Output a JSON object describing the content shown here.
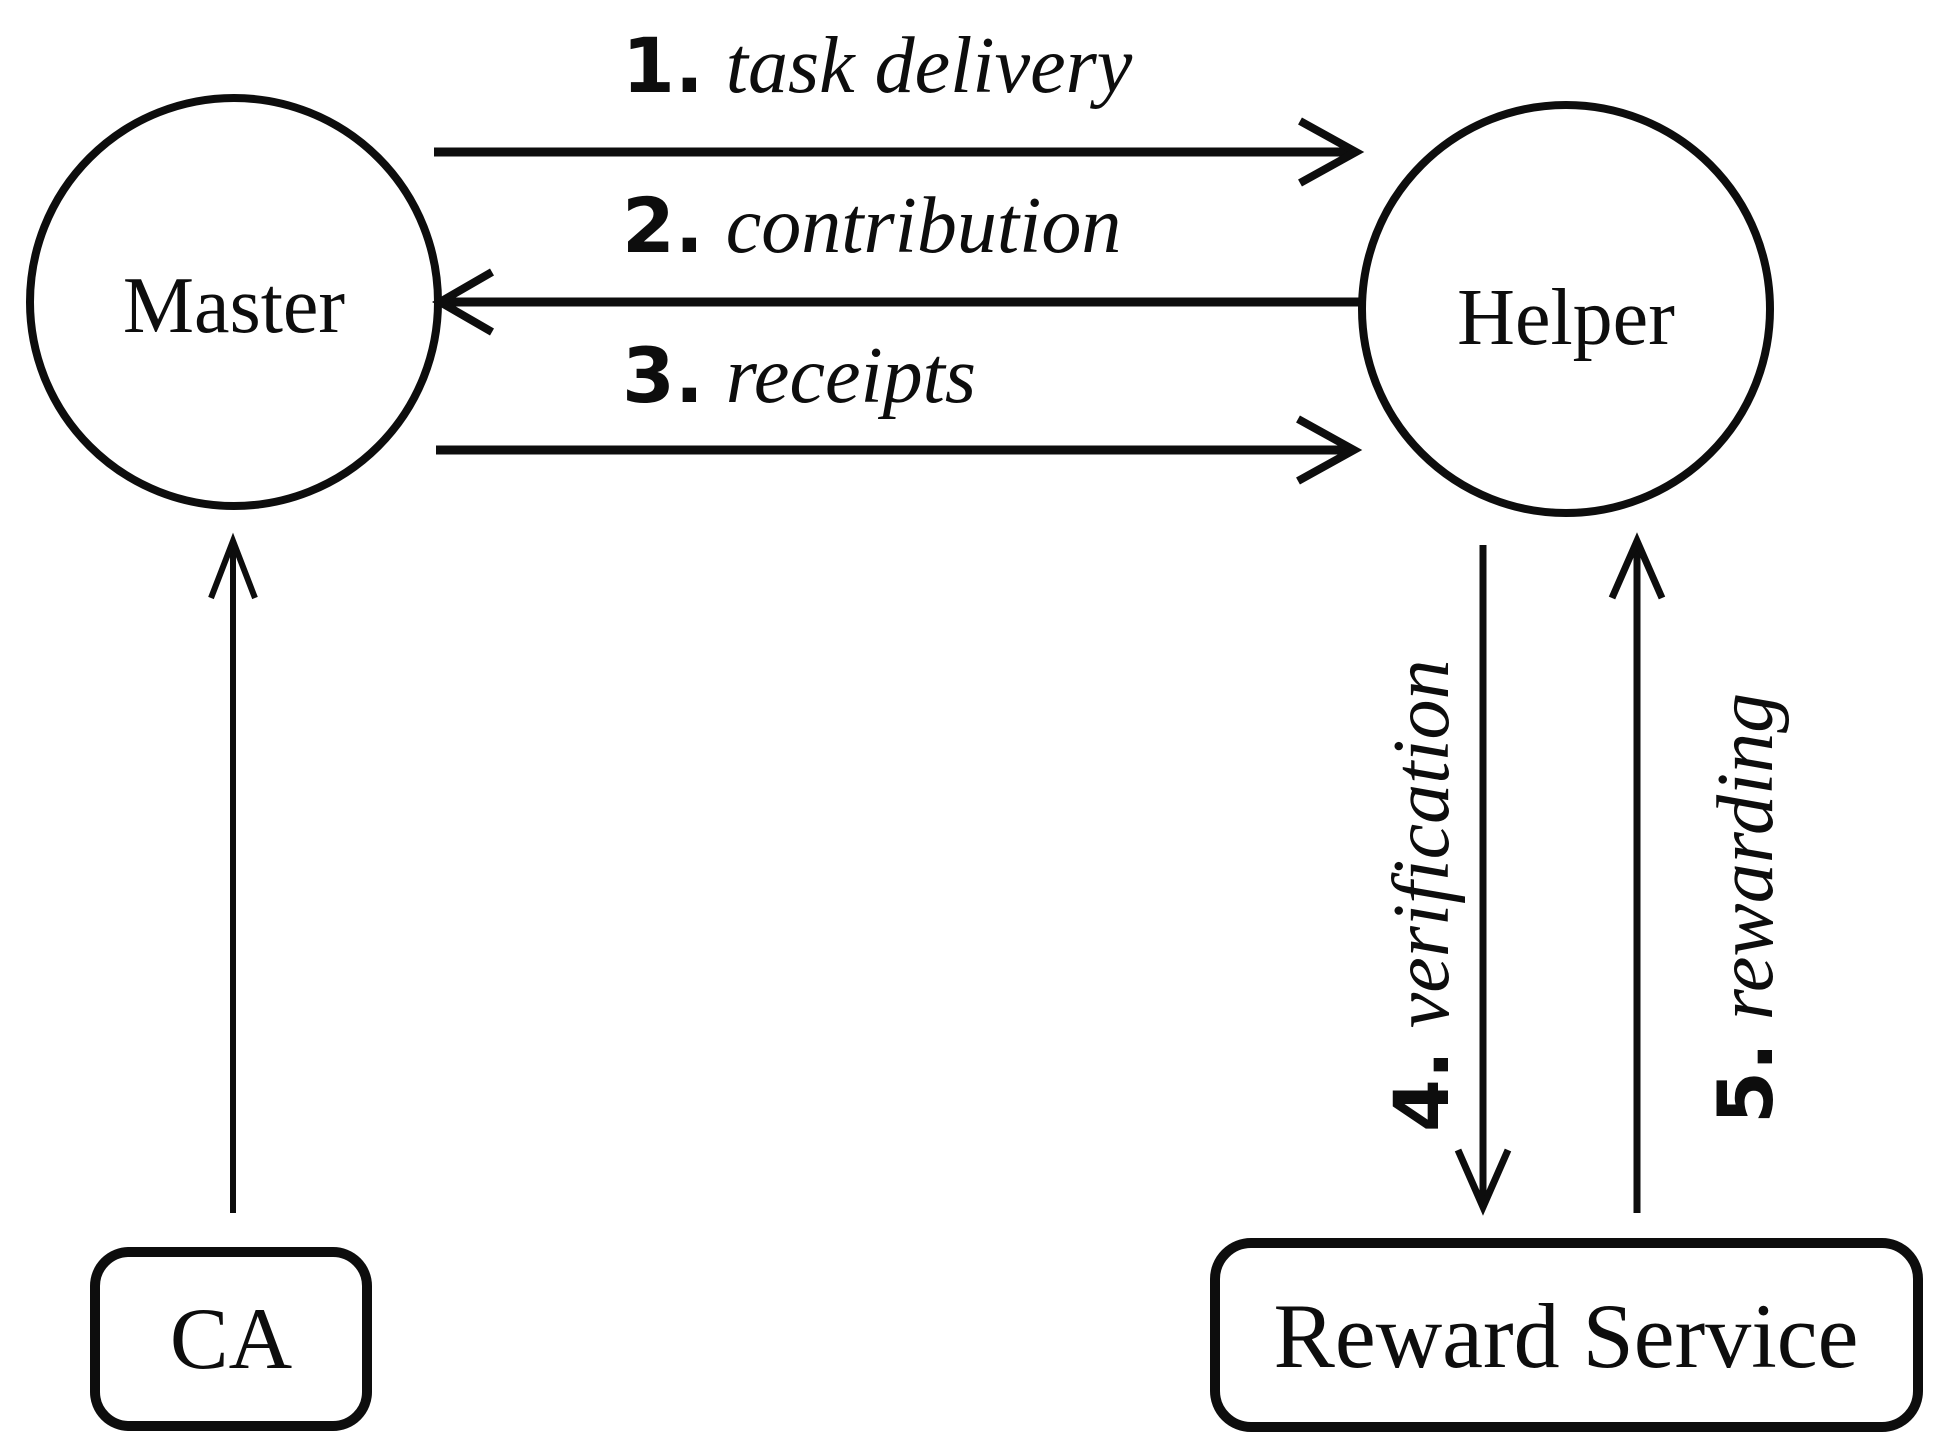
{
  "diagram": {
    "type": "protocol-flow-diagram",
    "colors": {
      "ink": "#0d0d0d",
      "background": "#ffffff"
    },
    "nodes": {
      "master": {
        "label": "Master",
        "shape": "circle"
      },
      "helper": {
        "label": "Helper",
        "shape": "circle"
      },
      "ca": {
        "label": "CA",
        "shape": "rounded-rect"
      },
      "reward_service": {
        "label": "Reward Service",
        "shape": "rounded-rect"
      }
    },
    "edges": {
      "task_delivery": {
        "num": "1.",
        "label": "task delivery",
        "from": "master",
        "to": "helper"
      },
      "contribution": {
        "num": "2.",
        "label": "contribution",
        "from": "helper",
        "to": "master"
      },
      "receipts": {
        "num": "3.",
        "label": "receipts",
        "from": "master",
        "to": "helper"
      },
      "verification": {
        "num": "4.",
        "label": "verification",
        "from": "helper",
        "to": "reward_service"
      },
      "rewarding": {
        "num": "5.",
        "label": "rewarding",
        "from": "reward_service",
        "to": "helper"
      },
      "ca_to_master": {
        "num": "",
        "label": "",
        "from": "ca",
        "to": "master"
      }
    }
  }
}
